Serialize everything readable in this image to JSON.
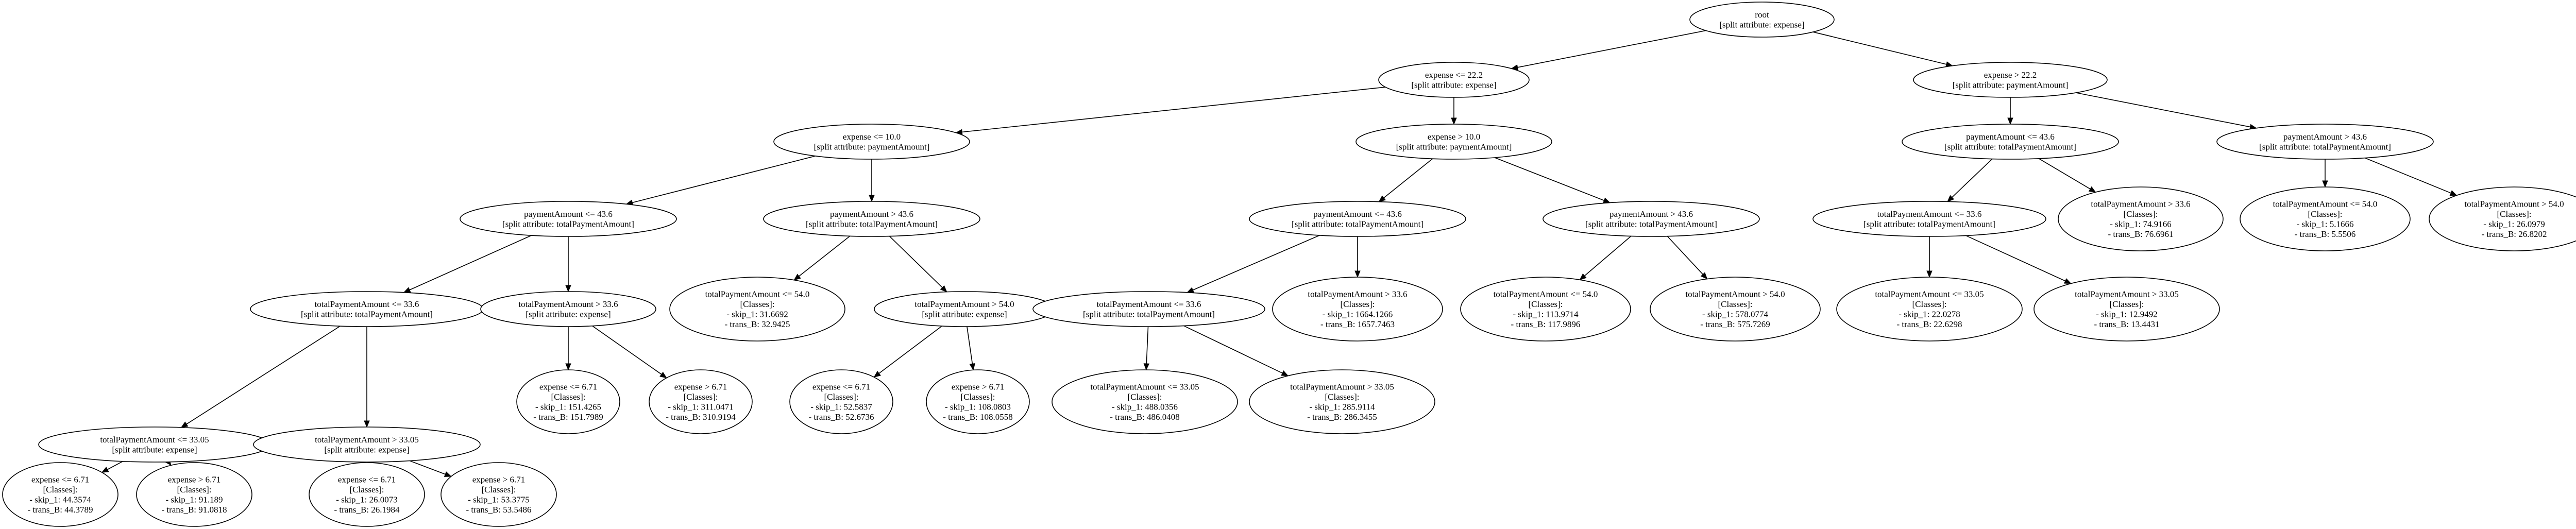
{
  "nodes": {
    "n0": {
      "lines": [
        "root",
        "[split attribute: expense]"
      ]
    },
    "n1": {
      "lines": [
        "expense <= 22.2",
        "[split attribute: expense]"
      ]
    },
    "n2": {
      "lines": [
        "expense > 22.2",
        "[split attribute: paymentAmount]"
      ]
    },
    "n3": {
      "lines": [
        "expense <= 10.0",
        "[split attribute: paymentAmount]"
      ]
    },
    "n4": {
      "lines": [
        "expense > 10.0",
        "[split attribute: paymentAmount]"
      ]
    },
    "n5": {
      "lines": [
        "paymentAmount <= 43.6",
        "[split attribute: totalPaymentAmount]"
      ]
    },
    "n6": {
      "lines": [
        "paymentAmount > 43.6",
        "[split attribute: totalPaymentAmount]"
      ]
    },
    "n7": {
      "lines": [
        "paymentAmount <= 43.6",
        "[split attribute: totalPaymentAmount]"
      ]
    },
    "n8": {
      "lines": [
        "paymentAmount > 43.6",
        "[split attribute: totalPaymentAmount]"
      ]
    },
    "n9": {
      "lines": [
        "paymentAmount <= 43.6",
        "[split attribute: totalPaymentAmount]"
      ]
    },
    "n10": {
      "lines": [
        "paymentAmount > 43.6",
        "[split attribute: totalPaymentAmount]"
      ]
    },
    "n11": {
      "lines": [
        "totalPaymentAmount <= 33.6",
        "[split attribute: totalPaymentAmount]"
      ]
    },
    "n12": {
      "lines": [
        "totalPaymentAmount > 33.6",
        "[split attribute: expense]"
      ]
    },
    "n13": {
      "lines": [
        "totalPaymentAmount <= 54.0",
        "[Classes]:",
        "- skip_1: 31.6692",
        "- trans_B: 32.9425"
      ]
    },
    "n14": {
      "lines": [
        "totalPaymentAmount > 54.0",
        "[split attribute: expense]"
      ]
    },
    "n15": {
      "lines": [
        "totalPaymentAmount <= 33.6",
        "[split attribute: totalPaymentAmount]"
      ]
    },
    "n16": {
      "lines": [
        "totalPaymentAmount > 33.6",
        "[Classes]:",
        "- skip_1: 1664.1266",
        "- trans_B: 1657.7463"
      ]
    },
    "n17": {
      "lines": [
        "totalPaymentAmount <= 54.0",
        "[Classes]:",
        "- skip_1: 113.9714",
        "- trans_B: 117.9896"
      ]
    },
    "n18": {
      "lines": [
        "totalPaymentAmount > 54.0",
        "[Classes]:",
        "- skip_1: 578.0774",
        "- trans_B: 575.7269"
      ]
    },
    "n19": {
      "lines": [
        "totalPaymentAmount <= 33.6",
        "[split attribute: totalPaymentAmount]"
      ]
    },
    "n20": {
      "lines": [
        "totalPaymentAmount > 33.6",
        "[Classes]:",
        "- skip_1: 74.9166",
        "- trans_B: 76.6961"
      ]
    },
    "n21": {
      "lines": [
        "totalPaymentAmount <= 54.0",
        "[Classes]:",
        "- skip_1: 5.1666",
        "- trans_B: 5.5506"
      ]
    },
    "n22": {
      "lines": [
        "totalPaymentAmount > 54.0",
        "[Classes]:",
        "- skip_1: 26.0979",
        "- trans_B: 26.8202"
      ]
    },
    "n23": {
      "lines": [
        "totalPaymentAmount <= 33.05",
        "[split attribute: expense]"
      ]
    },
    "n24": {
      "lines": [
        "totalPaymentAmount > 33.05",
        "[split attribute: expense]"
      ]
    },
    "n25": {
      "lines": [
        "expense <= 6.71",
        "[Classes]:",
        "- skip_1: 151.4265",
        "- trans_B: 151.7989"
      ]
    },
    "n26": {
      "lines": [
        "expense > 6.71",
        "[Classes]:",
        "- skip_1: 311.0471",
        "- trans_B: 310.9194"
      ]
    },
    "n27": {
      "lines": [
        "expense <= 6.71",
        "[Classes]:",
        "- skip_1: 52.5837",
        "- trans_B: 52.6736"
      ]
    },
    "n28": {
      "lines": [
        "expense > 6.71",
        "[Classes]:",
        "- skip_1: 108.0803",
        "- trans_B: 108.0558"
      ]
    },
    "n29": {
      "lines": [
        "totalPaymentAmount <= 33.05",
        "[Classes]:",
        "- skip_1: 488.0356",
        "- trans_B: 486.0408"
      ]
    },
    "n30": {
      "lines": [
        "totalPaymentAmount > 33.05",
        "[Classes]:",
        "- skip_1: 285.9114",
        "- trans_B: 286.3455"
      ]
    },
    "n31": {
      "lines": [
        "totalPaymentAmount <= 33.05",
        "[Classes]:",
        "- skip_1: 22.0278",
        "- trans_B: 22.6298"
      ]
    },
    "n32": {
      "lines": [
        "totalPaymentAmount > 33.05",
        "[Classes]:",
        "- skip_1: 12.9492",
        "- trans_B: 13.4431"
      ]
    },
    "n33": {
      "lines": [
        "expense <= 6.71",
        "[Classes]:",
        "- skip_1: 44.3574",
        "- trans_B: 44.3789"
      ]
    },
    "n34": {
      "lines": [
        "expense > 6.71",
        "[Classes]:",
        "- skip_1: 91.189",
        "- trans_B: 91.0818"
      ]
    },
    "n35": {
      "lines": [
        "expense <= 6.71",
        "[Classes]:",
        "- skip_1: 26.0073",
        "- trans_B: 26.1984"
      ]
    },
    "n36": {
      "lines": [
        "expense > 6.71",
        "[Classes]:",
        "- skip_1: 53.3775",
        "- trans_B: 53.5486"
      ]
    }
  },
  "edges": [
    [
      "n0",
      "n1"
    ],
    [
      "n0",
      "n2"
    ],
    [
      "n1",
      "n3"
    ],
    [
      "n1",
      "n4"
    ],
    [
      "n2",
      "n9"
    ],
    [
      "n2",
      "n10"
    ],
    [
      "n3",
      "n5"
    ],
    [
      "n3",
      "n6"
    ],
    [
      "n4",
      "n7"
    ],
    [
      "n4",
      "n8"
    ],
    [
      "n5",
      "n11"
    ],
    [
      "n5",
      "n12"
    ],
    [
      "n6",
      "n13"
    ],
    [
      "n6",
      "n14"
    ],
    [
      "n7",
      "n15"
    ],
    [
      "n7",
      "n16"
    ],
    [
      "n8",
      "n17"
    ],
    [
      "n8",
      "n18"
    ],
    [
      "n9",
      "n19"
    ],
    [
      "n9",
      "n20"
    ],
    [
      "n10",
      "n21"
    ],
    [
      "n10",
      "n22"
    ],
    [
      "n11",
      "n23"
    ],
    [
      "n11",
      "n24"
    ],
    [
      "n12",
      "n25"
    ],
    [
      "n12",
      "n26"
    ],
    [
      "n14",
      "n27"
    ],
    [
      "n14",
      "n28"
    ],
    [
      "n15",
      "n29"
    ],
    [
      "n15",
      "n30"
    ],
    [
      "n19",
      "n31"
    ],
    [
      "n19",
      "n32"
    ],
    [
      "n23",
      "n33"
    ],
    [
      "n23",
      "n34"
    ],
    [
      "n24",
      "n35"
    ],
    [
      "n24",
      "n36"
    ]
  ]
}
